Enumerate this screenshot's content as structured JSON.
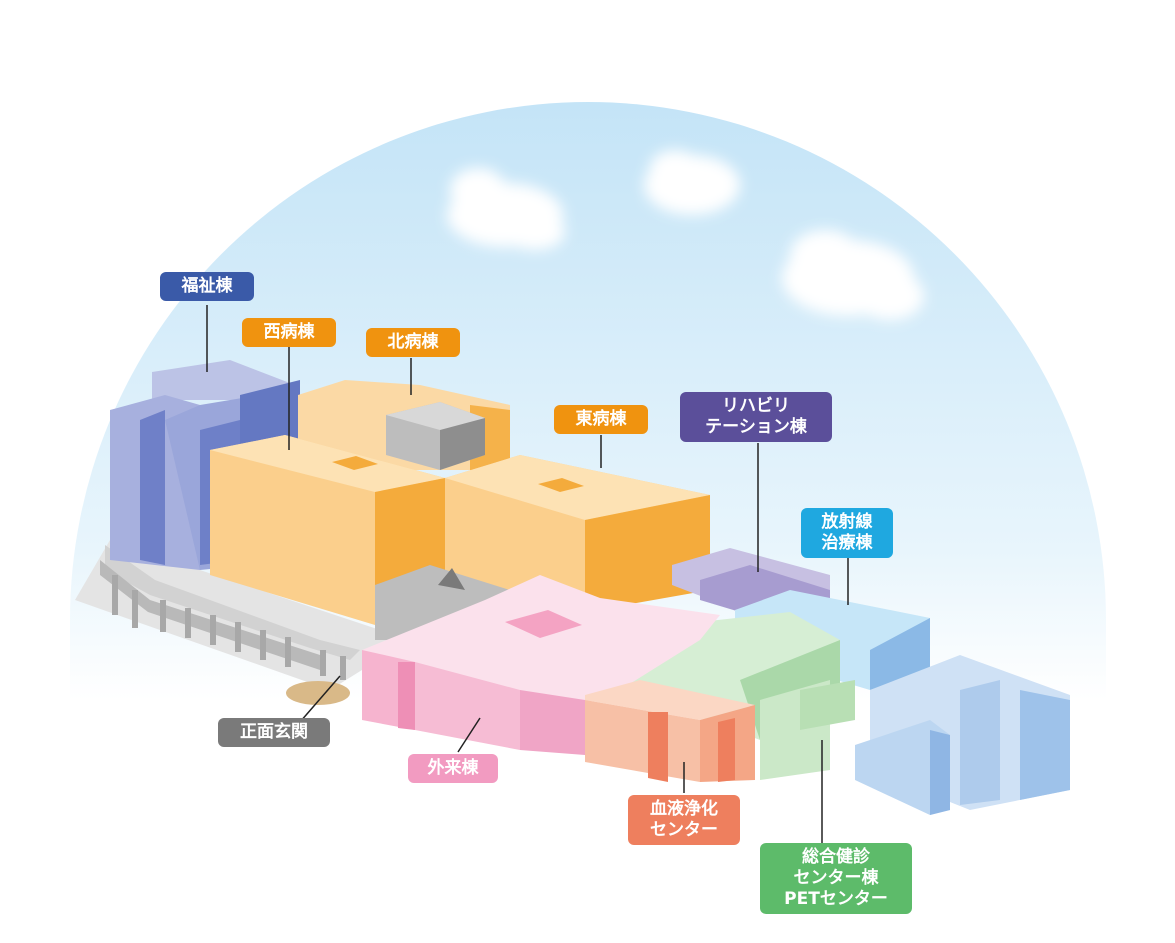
{
  "labels": {
    "fukushi": {
      "lines": [
        "福祉棟"
      ],
      "color": "#3a5aa8"
    },
    "nishi": {
      "lines": [
        "西病棟"
      ],
      "color": "#f0930f"
    },
    "kita": {
      "lines": [
        "北病棟"
      ],
      "color": "#f0930f"
    },
    "higashi": {
      "lines": [
        "東病棟"
      ],
      "color": "#f0930f"
    },
    "rehab": {
      "lines": [
        "リハビリ",
        "テーション棟"
      ],
      "color": "#5b4f9a"
    },
    "radiation": {
      "lines": [
        "放射線",
        "治療棟"
      ],
      "color": "#1fa8e0"
    },
    "entrance": {
      "lines": [
        "正面玄関"
      ],
      "color": "#7a7a7a"
    },
    "gairai": {
      "lines": [
        "外来棟"
      ],
      "color": "#f29bc1"
    },
    "dialysis": {
      "lines": [
        "血液浄化",
        "センター"
      ],
      "color": "#ee7f5e"
    },
    "kenshin": {
      "lines": [
        "総合健診",
        "センター棟",
        "PETセンター"
      ],
      "color": "#5dbb6a"
    }
  },
  "colors": {
    "sky": "#cfe9f8",
    "ground": "#e4e4e4"
  }
}
